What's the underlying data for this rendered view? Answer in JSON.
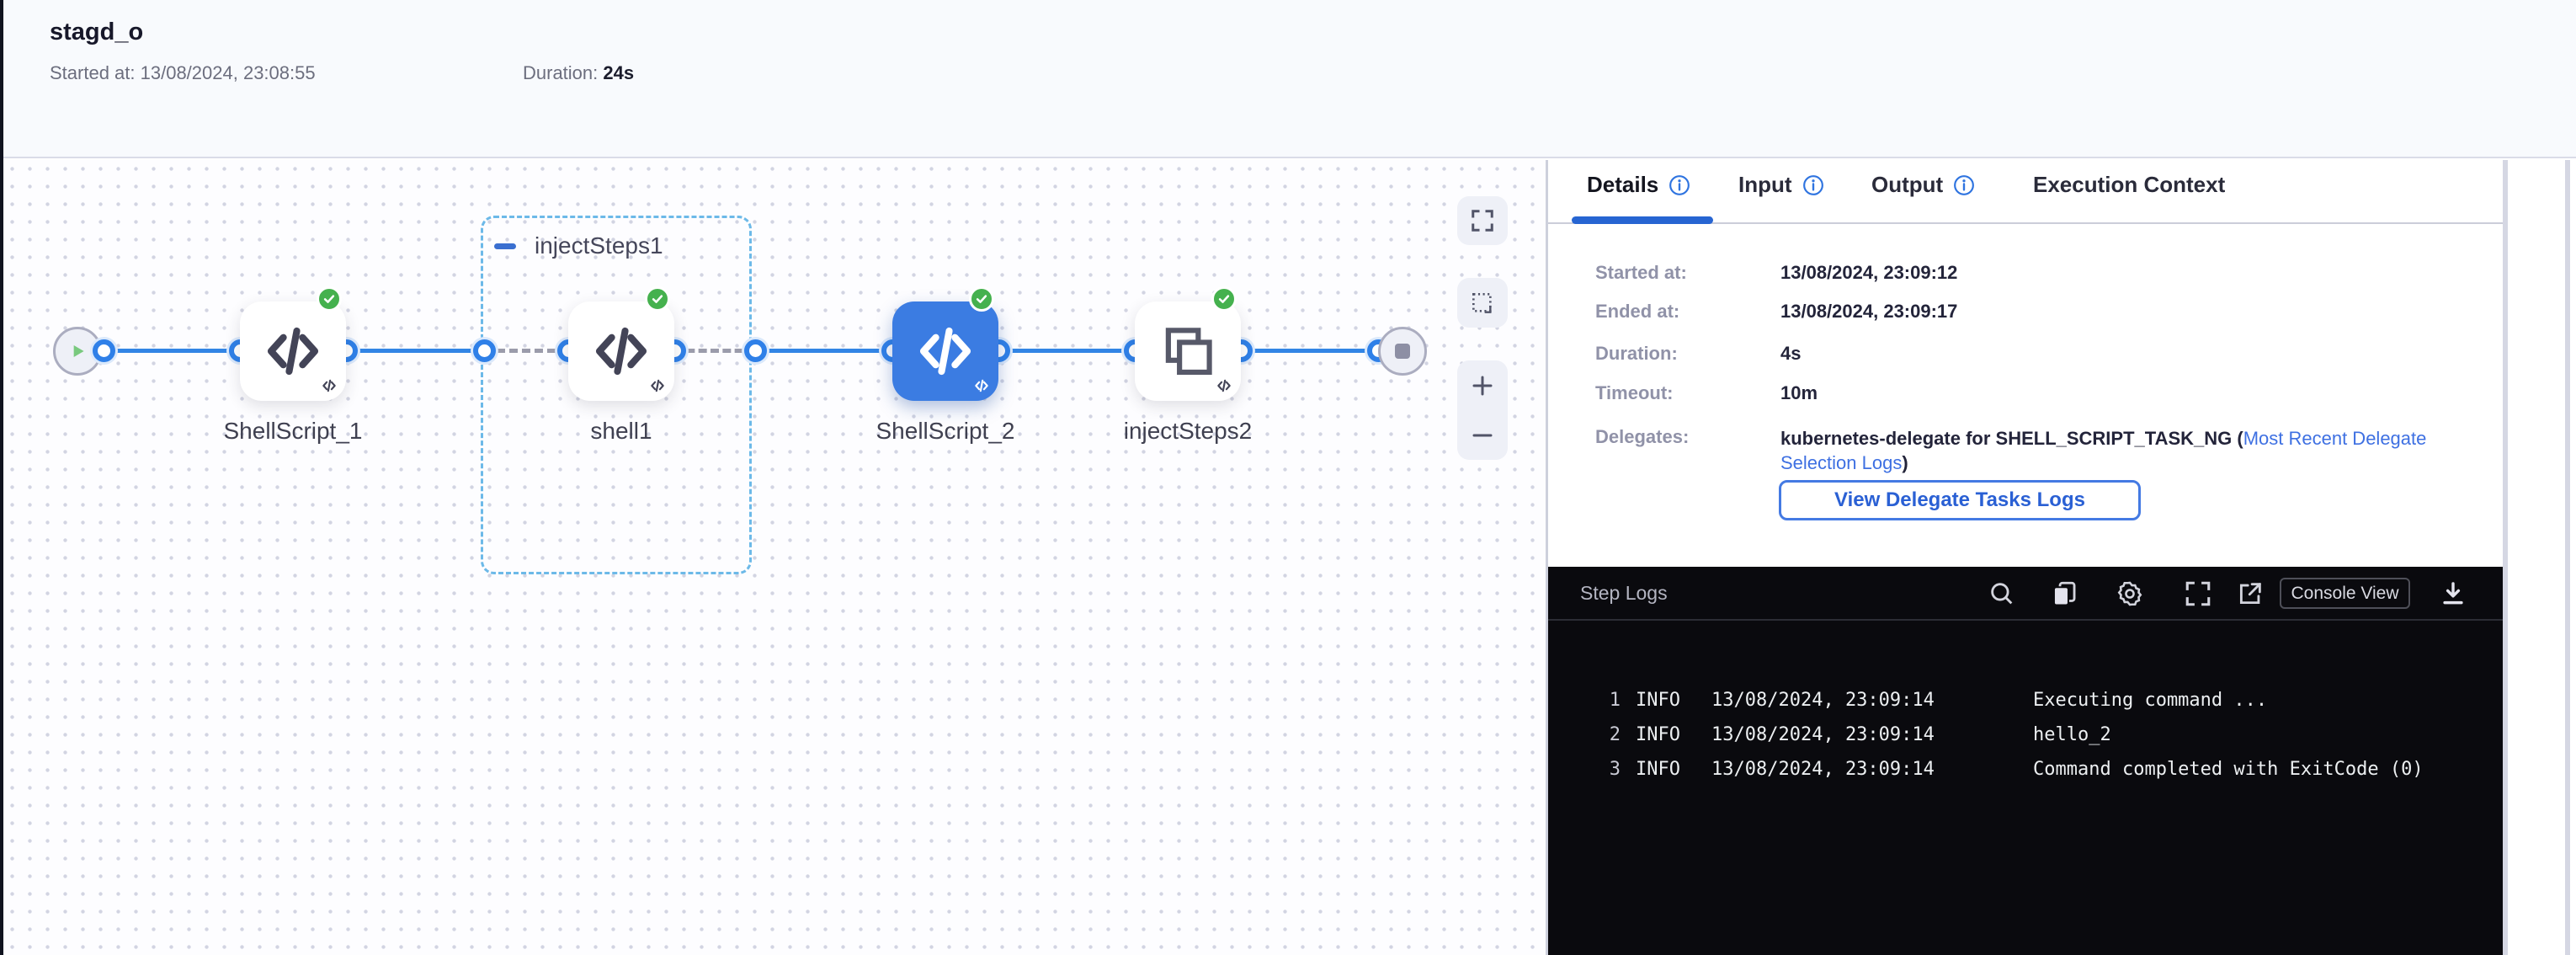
{
  "header": {
    "title": "stagd_o",
    "started_label": "Started at: ",
    "started_value": "13/08/2024, 23:08:55",
    "duration_label": "Duration: ",
    "duration_value": "24s"
  },
  "canvas": {
    "group1_label": "injectSteps1",
    "nodes": {
      "n1": "ShellScript_1",
      "n2": "shell1",
      "n3": "ShellScript_2",
      "n4": "injectSteps2"
    },
    "controls": [
      "fit-view-icon",
      "marquee-select-icon",
      "zoom-in-icon",
      "zoom-out-icon"
    ]
  },
  "panel": {
    "tabs": [
      {
        "label": "Details",
        "has_info": true,
        "active": true
      },
      {
        "label": "Input",
        "has_info": true,
        "active": false
      },
      {
        "label": "Output",
        "has_info": true,
        "active": false
      },
      {
        "label": "Execution Context",
        "has_info": false,
        "active": false
      }
    ],
    "details": {
      "rows": [
        {
          "label": "Started at:",
          "value": "13/08/2024, 23:09:12"
        },
        {
          "label": "Ended at:",
          "value": "13/08/2024, 23:09:17"
        },
        {
          "label": "Duration:",
          "value": "4s"
        },
        {
          "label": "Timeout:",
          "value": "10m"
        }
      ],
      "delegates_label": "Delegates:",
      "delegates_text": "kubernetes-delegate for SHELL_SCRIPT_TASK_NG (",
      "delegates_link": "Most Recent Delegate Selection Logs",
      "delegates_suffix": ")",
      "button_label": "View Delegate Tasks Logs"
    }
  },
  "step_logs": {
    "title": "Step Logs",
    "console_view_label": "Console View",
    "lines": [
      {
        "num": "1",
        "level": "INFO",
        "time": "13/08/2024, 23:09:14",
        "message": "Executing command ..."
      },
      {
        "num": "2",
        "level": "INFO",
        "time": "13/08/2024, 23:09:14",
        "message": "hello_2"
      },
      {
        "num": "3",
        "level": "INFO",
        "time": "13/08/2024, 23:09:14",
        "message": "Command completed with ExitCode (0)"
      }
    ]
  },
  "colors": {
    "accent_blue": "#3b7ce2",
    "connector_blue": "#3285e5",
    "underline_blue": "#2765d2",
    "link_blue": "#3e70e2",
    "success_green": "#45b14e",
    "group_dash_blue": "#6cb9e8",
    "logs_bg": "#0a0a0e",
    "header_bg": "#f8fafd"
  }
}
